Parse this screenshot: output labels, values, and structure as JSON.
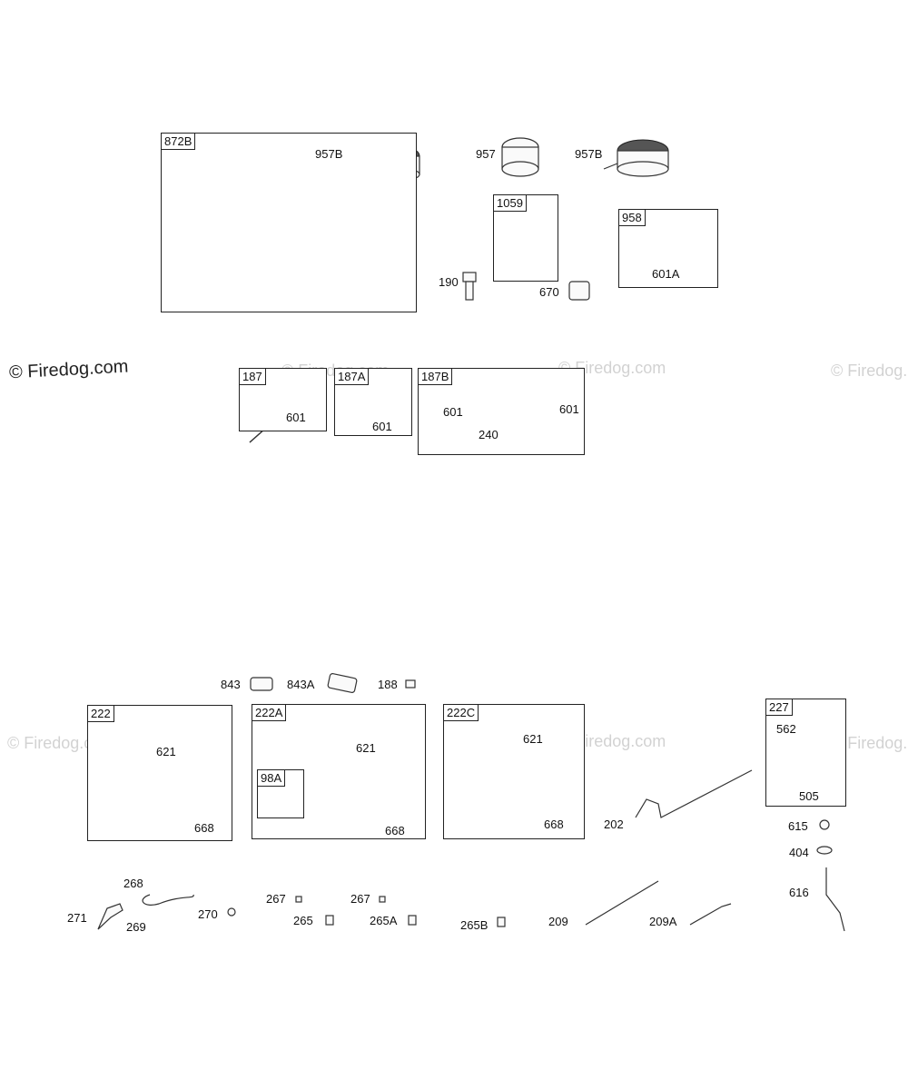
{
  "watermark": {
    "main": "© Firedog.com",
    "faint": "© Firedog.com"
  },
  "boxes": {
    "b872b": "872B",
    "b1059": "1059",
    "b958": "958",
    "b187": "187",
    "b187a": "187A",
    "b187b": "187B",
    "b222": "222",
    "b222a": "222A",
    "b98a": "98A",
    "b222c": "222C",
    "b227": "227"
  },
  "labels": {
    "l957b_a": "957B",
    "l957": "957",
    "l957b_b": "957B",
    "l190": "190",
    "l670": "670",
    "l601a": "601A",
    "l601_187": "601",
    "l601_187a": "601",
    "l601_187b_l": "601",
    "l601_187b_r": "601",
    "l240": "240",
    "l843": "843",
    "l843a": "843A",
    "l188": "188",
    "l621_a": "621",
    "l668_a": "668",
    "l621_b": "621",
    "l668_b": "668",
    "l621_c": "621",
    "l668_c": "668",
    "l562": "562",
    "l505": "505",
    "l202": "202",
    "l615": "615",
    "l404": "404",
    "l616": "616",
    "l268": "268",
    "l271": "271",
    "l269": "269",
    "l270": "270",
    "l267_a": "267",
    "l265": "265",
    "l267_b": "267",
    "l265a": "265A",
    "l265b": "265B",
    "l209": "209",
    "l209a": "209A"
  }
}
